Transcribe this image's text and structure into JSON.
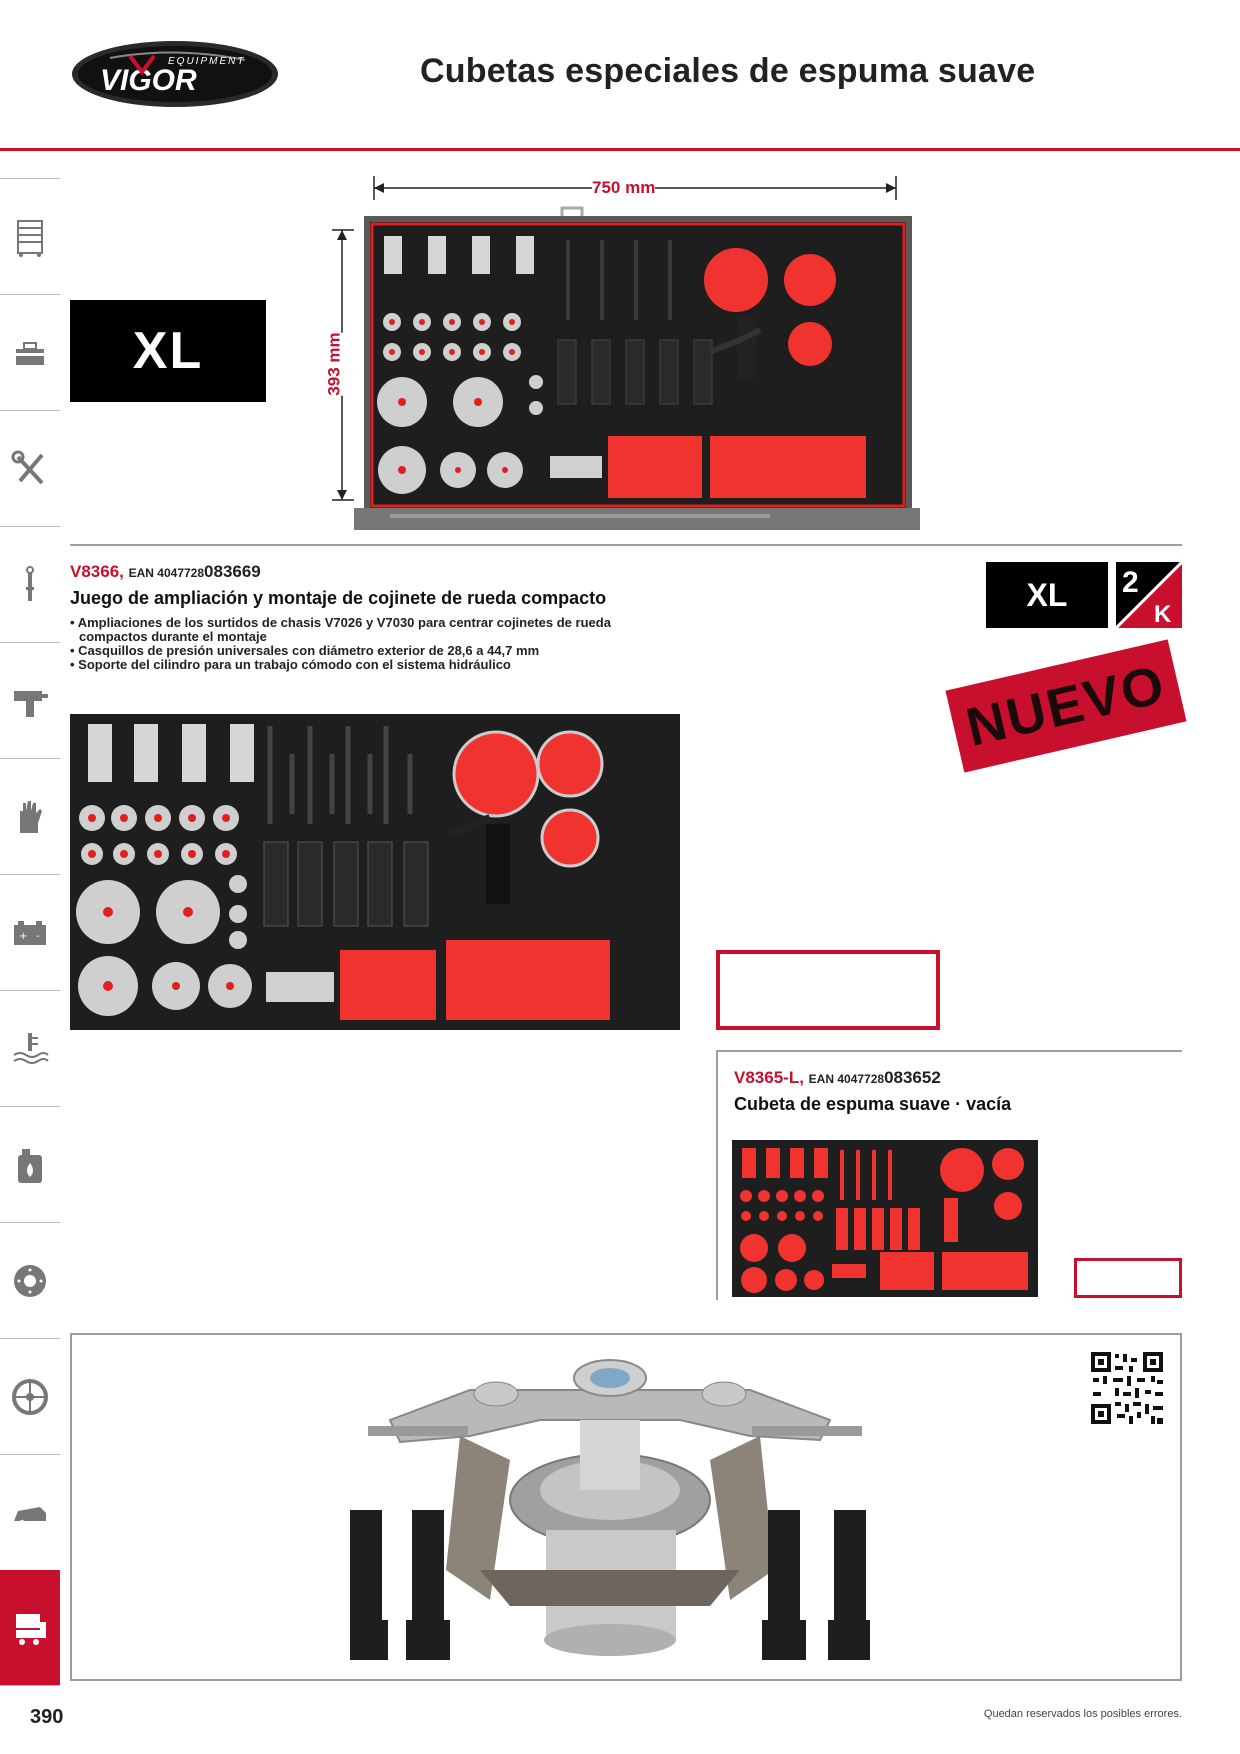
{
  "header": {
    "brand": "VIGOR",
    "brand_sub": "EQUIPMENT",
    "title": "Cubetas especiales de espuma suave"
  },
  "sidebar": {
    "items": [
      {
        "icon": "tool-cabinet-icon"
      },
      {
        "icon": "toolbox-icon"
      },
      {
        "icon": "wrench-screwdriver-icon"
      },
      {
        "icon": "torque-wrench-icon"
      },
      {
        "icon": "impact-wrench-icon"
      },
      {
        "icon": "glove-icon"
      },
      {
        "icon": "battery-icon"
      },
      {
        "icon": "coolant-icon"
      },
      {
        "icon": "oil-can-icon"
      },
      {
        "icon": "brake-disc-icon"
      },
      {
        "icon": "wheel-icon"
      },
      {
        "icon": "car-body-icon"
      },
      {
        "icon": "truck-icon",
        "active": true
      }
    ]
  },
  "drawer": {
    "size_badge": "XL",
    "width_label": "750 mm",
    "height_label": "393 mm"
  },
  "product_1": {
    "code": "V8366",
    "ean_prefix": "EAN 4047728",
    "ean_suffix": "083669",
    "title": "Juego de ampliación y montaje de cojinete de rueda compacto",
    "features": [
      "Ampliaciones de los surtidos de chasis V7026 y V7030 para centrar cojinetes de rueda compactos durante el montaje",
      "Casquillos de presión universales con diámetro exterior de 28,6 a 44,7 mm",
      "Soporte del cilindro para un trabajo cómodo con el sistema hidráulico"
    ],
    "badge_size": "XL",
    "badge_2k_top": "2",
    "badge_2k_bottom": "K",
    "new_label": "NUEVO"
  },
  "product_2": {
    "code": "V8365-L",
    "ean_prefix": "EAN 4047728",
    "ean_suffix": "083652",
    "title": "Cubeta de espuma suave · vacía"
  },
  "footer": {
    "page_number": "390",
    "note": "Quedan reservados los posibles errores."
  },
  "colors": {
    "brand_red": "#c8102e",
    "foam_red": "#f0332f",
    "foam_dark": "#1e1e1e"
  }
}
